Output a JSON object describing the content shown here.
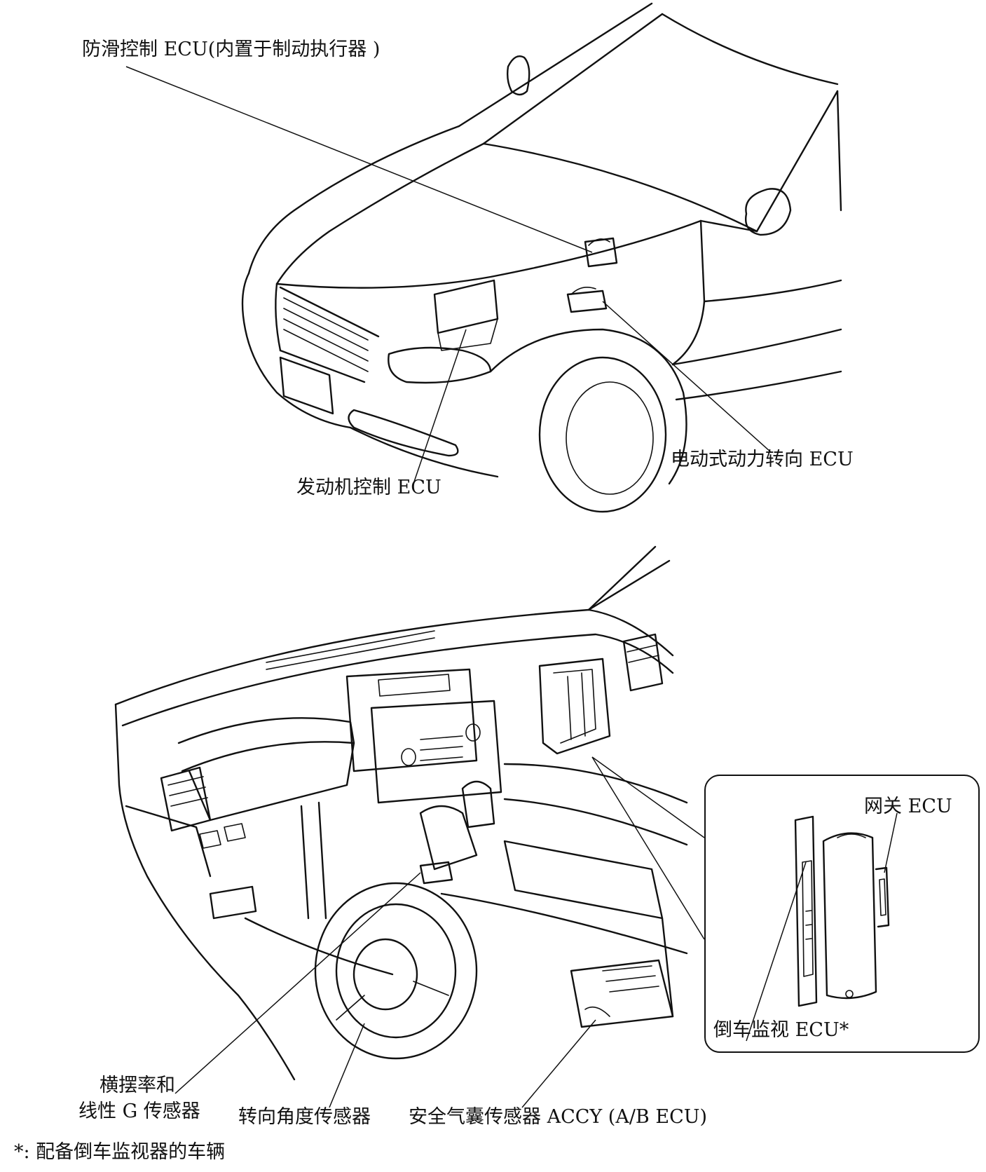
{
  "labels": {
    "abs_ecu": "防滑控制 ECU(内置于制动执行器 )",
    "engine_ecu": "发动机控制 ECU",
    "eps_ecu": "电动式动力转向 ECU",
    "gateway_ecu": "网关 ECU",
    "backup_monitor_ecu": "倒车监视 ECU*",
    "yaw_rate_line1": "横摆率和",
    "yaw_rate_line2": "线性 G 传感器",
    "steering_angle_sensor": "转向角度传感器",
    "airbag_sensor": "安全气囊传感器 ACCY (A/B ECU)"
  },
  "footnote": "*: 配备倒车监视器的车辆"
}
